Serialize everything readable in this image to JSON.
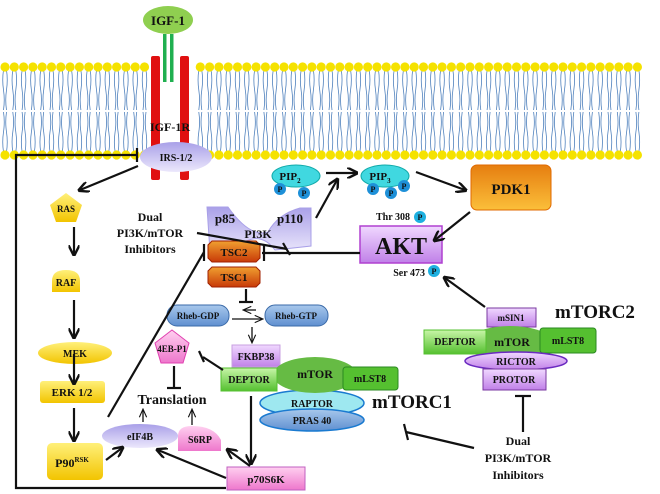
{
  "ligand": "IGF-1",
  "receptor": "IGF-1R",
  "irs": "IRS-1/2",
  "pip2": {
    "base": "PIP",
    "sub": "2"
  },
  "pip3": {
    "base": "PIP",
    "sub": "3"
  },
  "phospho": "P",
  "pdk1": "PDK1",
  "pi3k": {
    "p85": "p85",
    "p110": "p110",
    "label": "PI3K"
  },
  "akt": {
    "label": "AKT",
    "thr": "Thr 308",
    "ser": "Ser 473"
  },
  "inhibitor_top": [
    "Dual",
    "PI3K/mTOR",
    "Inhibitors"
  ],
  "inhibitor_bottom": [
    "Dual",
    "PI3K/mTOR",
    "Inhibitors"
  ],
  "mapk": {
    "ras": "RAS",
    "raf": "RAF",
    "mek": "MEK",
    "erk": "ERK 1/2",
    "p90": "P90",
    "p90_sup": "RSK"
  },
  "tsc": {
    "tsc2": "TSC2",
    "tsc1": "TSC1"
  },
  "rheb": {
    "gdp": "Rheb-GDP",
    "gtp": "Rheb-GTP"
  },
  "fkbp38": "FKBP38",
  "eb1": "4EB-P1",
  "translation": "Translation",
  "eif4b": "eIF4B",
  "s6rp": "S6RP",
  "p70s6k": "p70S6K",
  "mtorc1": {
    "label": "mTORC1",
    "deptor": "DEPTOR",
    "mtor": "mTOR",
    "mlst8": "mLST8",
    "raptor": "RAPTOR",
    "pras40": "PRAS 40"
  },
  "mtorc2": {
    "label": "mTORC2",
    "msin1": "mSIN1",
    "deptor": "DEPTOR",
    "mtor": "mTOR",
    "mlst8": "mLST8",
    "rictor": "RICTOR",
    "protor": "PROTOR"
  },
  "colors": {
    "membrane_head": "#f5e200",
    "membrane_tail": "#4f81bd",
    "receptor": "#e01010",
    "ligand": "#8fcf50",
    "akt": "#cc88ee",
    "pdk1": "#f39c12",
    "tsc": "#d84a10",
    "mapk": "#ffd700",
    "green": "#66cc44",
    "pink": "#ee77cc"
  }
}
